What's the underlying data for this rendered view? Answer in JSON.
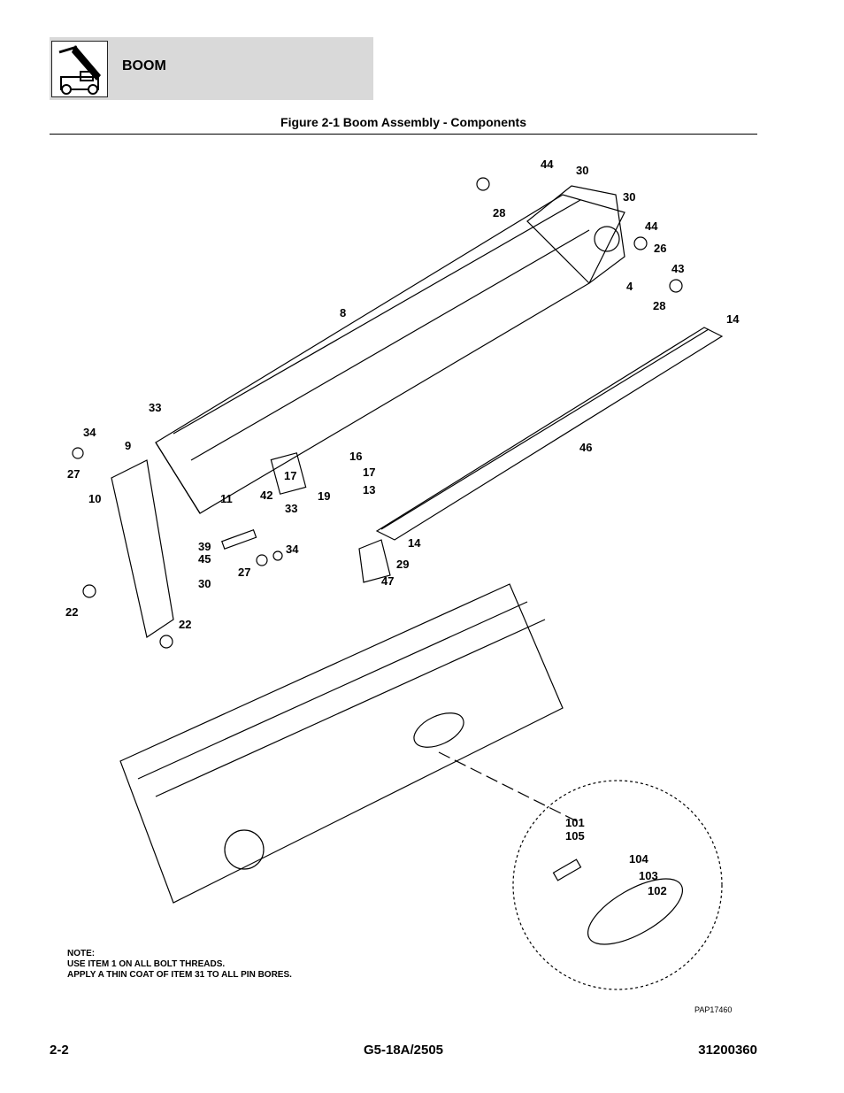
{
  "header": {
    "section": "BOOM",
    "icon": "telehandler-boom-icon"
  },
  "figure": {
    "title": "Figure 2-1 Boom Assembly - Components"
  },
  "callouts": [
    {
      "label": "44"
    },
    {
      "label": "30"
    },
    {
      "label": "30"
    },
    {
      "label": "28"
    },
    {
      "label": "44"
    },
    {
      "label": "26"
    },
    {
      "label": "43"
    },
    {
      "label": "4"
    },
    {
      "label": "28"
    },
    {
      "label": "14"
    },
    {
      "label": "8"
    },
    {
      "label": "33"
    },
    {
      "label": "34"
    },
    {
      "label": "9"
    },
    {
      "label": "27"
    },
    {
      "label": "16"
    },
    {
      "label": "17"
    },
    {
      "label": "17"
    },
    {
      "label": "13"
    },
    {
      "label": "19"
    },
    {
      "label": "46"
    },
    {
      "label": "10"
    },
    {
      "label": "11"
    },
    {
      "label": "42"
    },
    {
      "label": "33"
    },
    {
      "label": "39"
    },
    {
      "label": "45"
    },
    {
      "label": "34"
    },
    {
      "label": "27"
    },
    {
      "label": "30"
    },
    {
      "label": "14"
    },
    {
      "label": "29"
    },
    {
      "label": "47"
    },
    {
      "label": "22"
    },
    {
      "label": "22"
    },
    {
      "label": "101"
    },
    {
      "label": "105"
    },
    {
      "label": "104"
    },
    {
      "label": "103"
    },
    {
      "label": "102"
    }
  ],
  "note": {
    "heading": "NOTE:",
    "line1": "USE ITEM 1 ON ALL BOLT THREADS.",
    "line2": "APPLY A THIN COAT OF ITEM 31 TO ALL PIN BORES."
  },
  "drawing_id": "PAP17460",
  "footer": {
    "page": "2-2",
    "model": "G5-18A/2505",
    "doc_number": "31200360"
  }
}
